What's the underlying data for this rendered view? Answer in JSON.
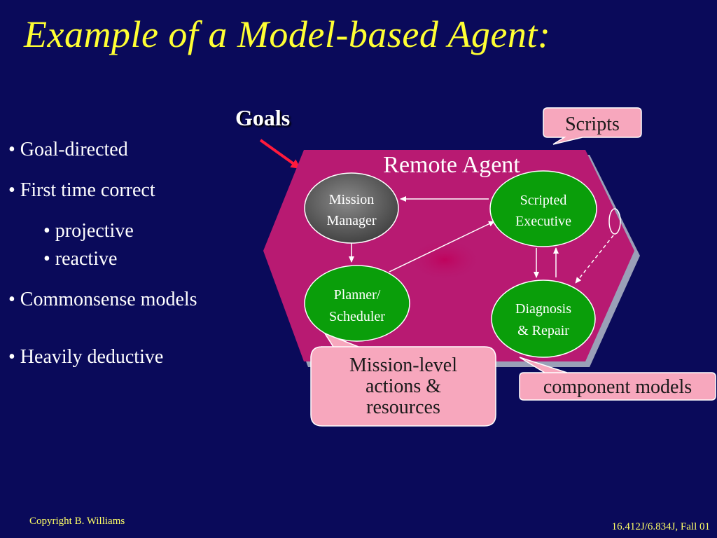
{
  "slide": {
    "title": "Example of a Model-based Agent:"
  },
  "bullets": [
    "• Goal-directed",
    "• First time correct",
    "• projective",
    "• reactive",
    "• Commonsense models",
    "• Heavily deductive"
  ],
  "diagram": {
    "goals_label": "Goals",
    "agent_title": "Remote Agent",
    "nodes": {
      "mission_manager": [
        "Mission",
        "Manager"
      ],
      "scripted_executive": [
        "Scripted",
        "Executive"
      ],
      "planner_scheduler": [
        "Planner/",
        "Scheduler"
      ],
      "diagnosis_repair": [
        "Diagnosis",
        "& Repair"
      ]
    },
    "callouts": {
      "scripts": "Scripts",
      "mission_level": [
        "Mission-level",
        "actions &",
        "resources"
      ],
      "component_models": "component models"
    }
  },
  "footer": {
    "copyright": "Copyright B. Williams",
    "course": "16.412J/6.834J, Fall 01"
  },
  "colors": {
    "background": "#0a0a5a",
    "title": "#ffff33",
    "hexagon": "#b81a72",
    "node_green": "#0a9e0a",
    "node_gray": "#5a5a5a",
    "callout_pink": "#f7a7bd",
    "goals_arrow": "#ff1a3c"
  }
}
